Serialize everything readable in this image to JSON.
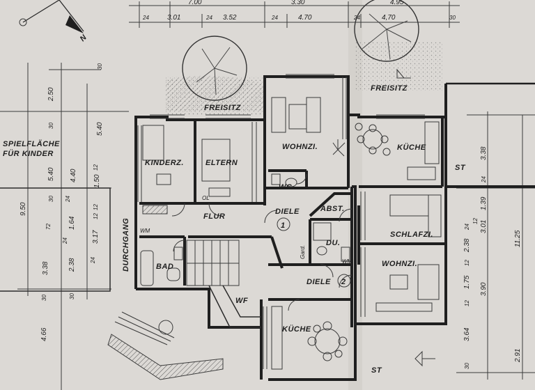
{
  "rooms": {
    "kinderz": "KINDERZ.",
    "eltern": "ELTERN",
    "wohnzi_upper": "WOHNZI.",
    "kueche_upper": "KÜCHE",
    "flur": "FLUR",
    "diele_1": "DIELE",
    "diele_1_num": "1",
    "bad": "BAD",
    "wc": "WC",
    "abst": "ABST.",
    "du": "DU.",
    "schlafzi": "SCHLAFZI.",
    "wohnzi_lower": "WOHNZI.",
    "diele_2": "DIELE",
    "diele_2_num": "2",
    "kueche_lower": "KÜCHE",
    "wf": "WF",
    "durchgang": "DURCHGANG",
    "wm_1": "WM",
    "wm_2": "WM",
    "garderobe": "Gard.",
    "st_right": "ST",
    "st_bottom": "ST",
    "freisitz_left": "FREISITZ",
    "freisitz_right": "FREISITZ",
    "spielflaeche_1": "SPIELFLÄCHE",
    "spielflaeche_2": "FÜR KINDER",
    "north": "N",
    "ol": "OL"
  },
  "dimensions": {
    "top_a": "7.00",
    "top_b": "3.30",
    "top_c": "4.95",
    "top_row": [
      "24",
      "3.01",
      "24",
      "3.52",
      "24",
      "4.70",
      "24",
      "4,70",
      "30"
    ],
    "left_col_1": [
      "2.50",
      "30",
      "5.40",
      "30",
      "5.40",
      "30",
      "9.50",
      "30"
    ],
    "left_col_2": [
      "4.40",
      "12",
      "1.50",
      "12",
      "1.64",
      "24",
      "2.38",
      "30"
    ],
    "left_col_3": [
      "72",
      "3.17",
      "24",
      "24",
      "12",
      "3.38",
      "4.66"
    ],
    "right_col_1": [
      "3.38",
      "24",
      "1.39",
      "12",
      "3.01",
      "24",
      "2.38",
      "12",
      "1.75",
      "12",
      "3.64",
      "30"
    ],
    "right_col_2": [
      "11.25",
      "3.90",
      "2.91"
    ]
  }
}
